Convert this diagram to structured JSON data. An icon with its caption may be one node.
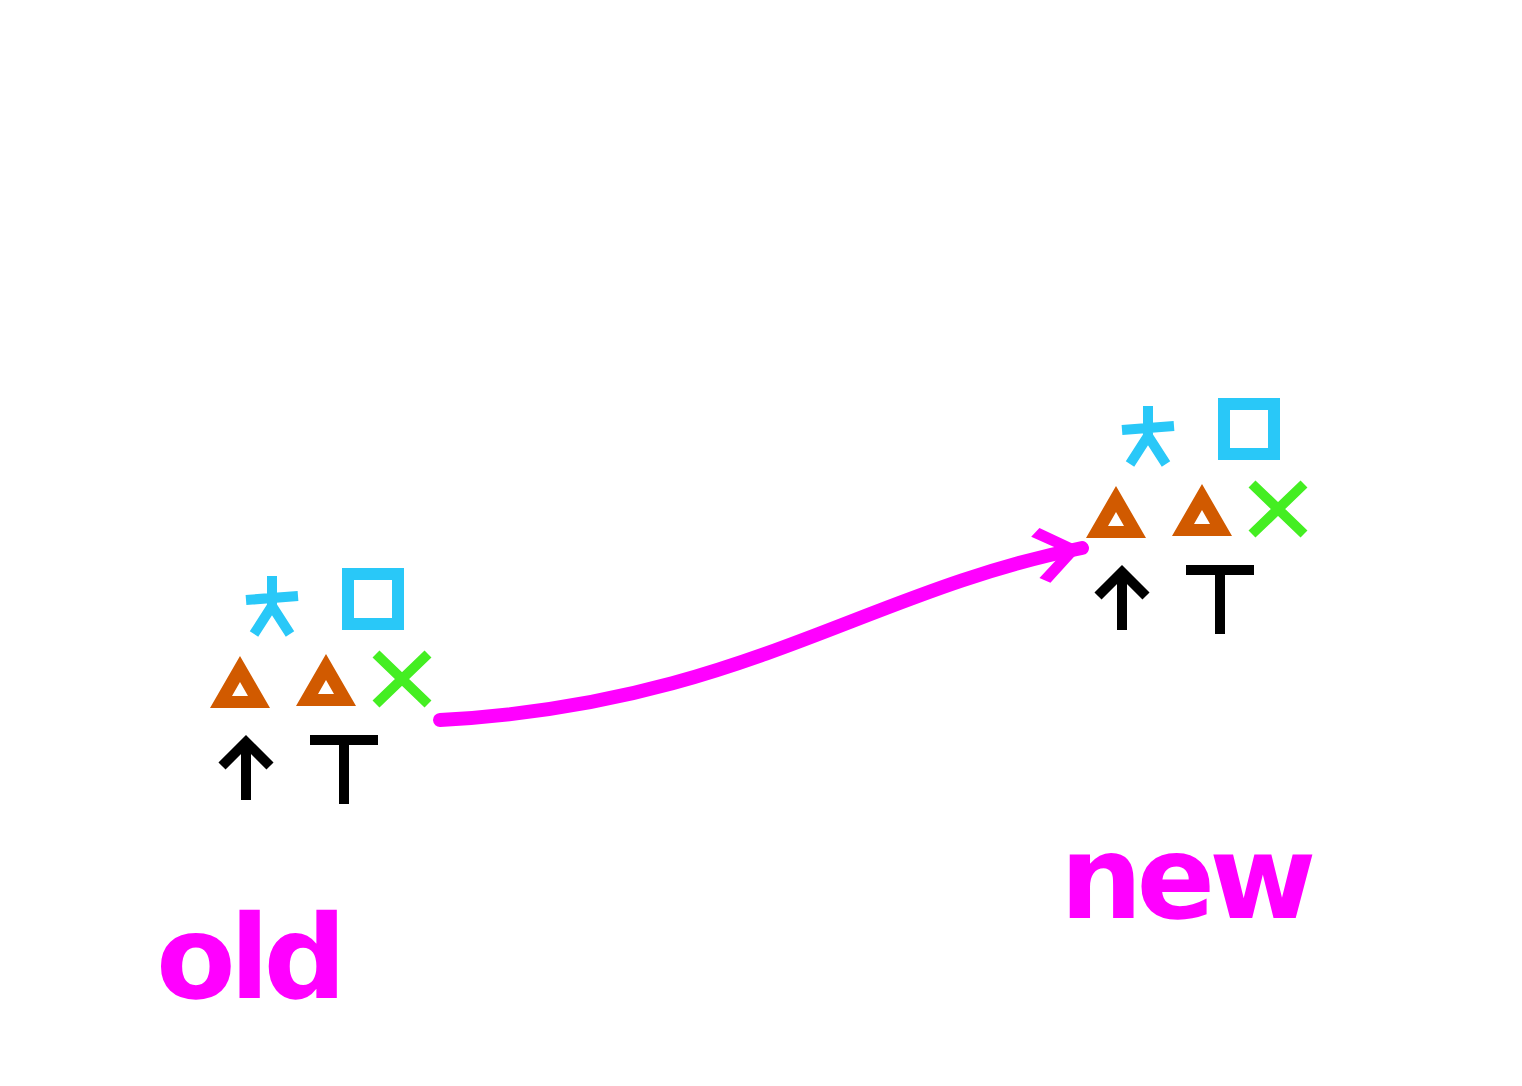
{
  "diagram": {
    "nodes": [
      {
        "text": [],
        "shape": "picture",
        "beside": [
          "old"
        ]
      },
      {
        "text": [],
        "shape": "picture",
        "beside": [
          "new"
        ]
      }
    ],
    "edges": [
      {
        "from": 0,
        "to": 1,
        "arrow": "to"
      }
    ]
  }
}
